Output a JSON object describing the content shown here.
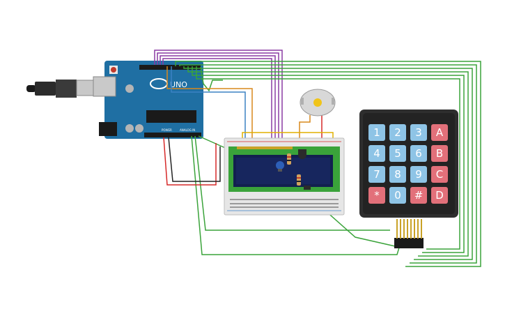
{
  "board": {
    "logo_text": "UNO",
    "power_label": "POWER",
    "analog_label": "ANALOG IN"
  },
  "keypad": {
    "keys": [
      "1",
      "2",
      "3",
      "A",
      "4",
      "5",
      "6",
      "B",
      "7",
      "8",
      "9",
      "C",
      "*",
      "0",
      "#",
      "D"
    ]
  },
  "colors": {
    "board": "#1f6fa3",
    "lcd_frame": "#3aa33a",
    "lcd_screen": "#17265e",
    "keypad_body": "#2e2e2e",
    "key_blue": "#8ec4e6",
    "key_red": "#e2707a",
    "wire_green": "#3aa33a",
    "wire_purple": "#8a3aa3",
    "wire_orange": "#d9881c",
    "wire_blue": "#3b82c4",
    "wire_red": "#d62828",
    "wire_black": "#222222",
    "wire_yellow": "#e0b000"
  }
}
